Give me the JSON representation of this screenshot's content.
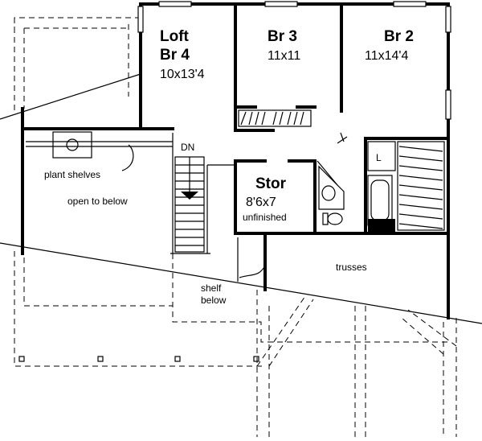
{
  "plan": {
    "rooms": {
      "loft": {
        "name_line1": "Loft",
        "name_line2": "Br 4",
        "size": "10x13'4"
      },
      "br3": {
        "name": "Br 3",
        "size": "11x11"
      },
      "br2": {
        "name": "Br 2",
        "size": "11x14'4"
      },
      "stor": {
        "name": "Stor",
        "size": "8'6x7",
        "note": "unfinished"
      }
    },
    "labels": {
      "dn": "DN",
      "plant_shelves": "plant shelves",
      "open_to_below": "open to below",
      "trusses": "trusses",
      "shelf_line1": "shelf",
      "shelf_line2": "below",
      "closet_letter": "L"
    }
  }
}
